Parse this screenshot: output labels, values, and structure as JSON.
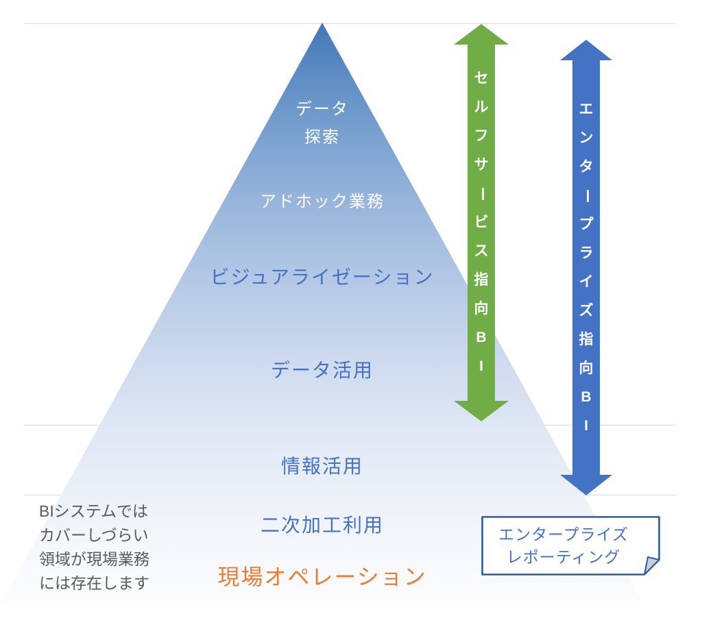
{
  "diagram": {
    "pyramid": {
      "gradient_top_color": "#4278b6",
      "gradient_bottom_color": "#fbfcfe",
      "levels": [
        {
          "id": "data-exploration",
          "lines": [
            "データ",
            "探索"
          ],
          "text_color": "#ffffff"
        },
        {
          "id": "adhoc-work",
          "lines": [
            "アドホック業務"
          ],
          "text_color": "#ffffff"
        },
        {
          "id": "visualization",
          "lines": [
            "ビジュアライゼーション"
          ],
          "text_color": "#4472c4"
        },
        {
          "id": "data-utilization",
          "lines": [
            "データ活用"
          ],
          "text_color": "#4472c4"
        },
        {
          "id": "info-utilization",
          "lines": [
            "情報活用"
          ],
          "text_color": "#4472c4"
        },
        {
          "id": "secondary-processing",
          "lines": [
            "二次加工利用"
          ],
          "text_color": "#4472c4"
        },
        {
          "id": "field-operation",
          "lines": [
            "現場オペレーション"
          ],
          "text_color": "#ed7d31"
        }
      ]
    },
    "arrows": [
      {
        "id": "self-service-bi",
        "label": "セルフサービス指向BI",
        "color": "#70ad47",
        "text_color": "#ffffff"
      },
      {
        "id": "enterprise-bi",
        "label": "エンタープライズ指向BI",
        "color": "#4472c4",
        "text_color": "#ffffff"
      }
    ],
    "note": {
      "lines": [
        "BIシステムでは",
        "カバーしづらい",
        "領域が現場業務",
        "には存在します"
      ],
      "text_color": "#595959"
    },
    "callout": {
      "lines": [
        "エンタープライズ",
        "レポーティング"
      ],
      "text_color": "#4472c4",
      "border_color": "#2e5b9e"
    },
    "gridline_color": "#d7d7d7"
  }
}
